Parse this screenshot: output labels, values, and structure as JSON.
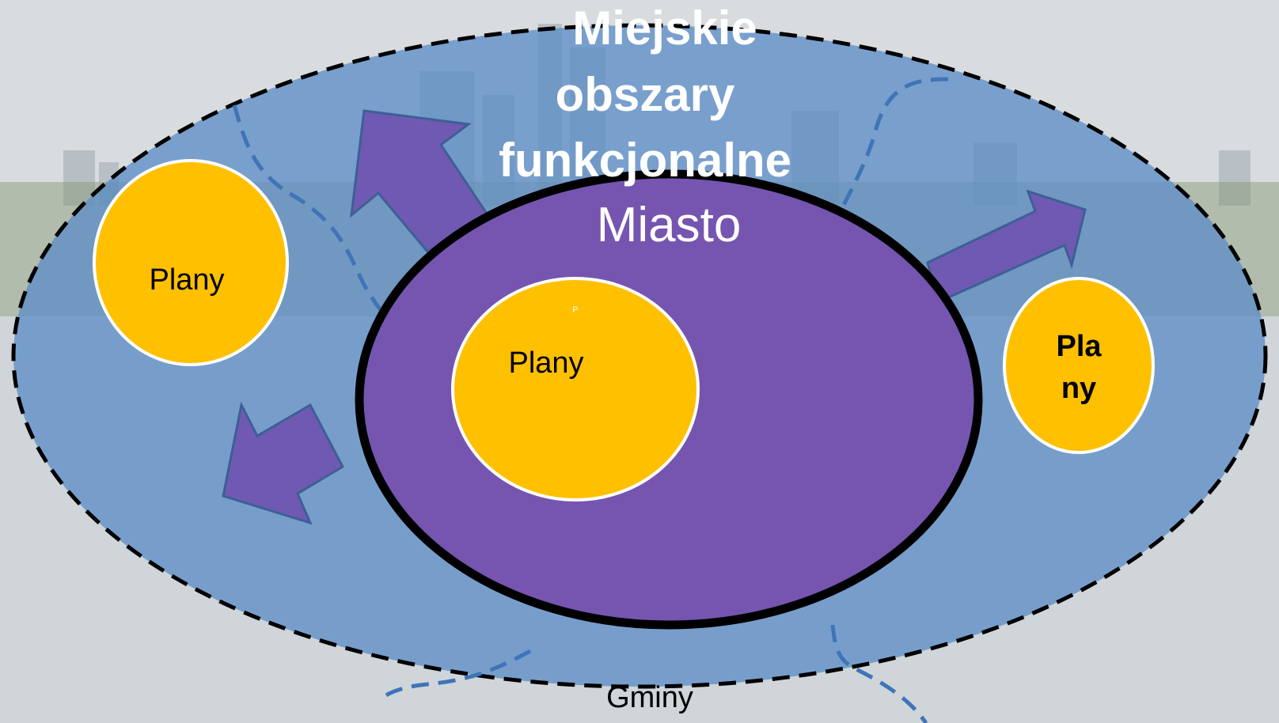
{
  "title": {
    "line1": "Miejskie",
    "line2": "obszary",
    "line3": "funkcjonalne"
  },
  "city_label": "Miasto",
  "plans": {
    "left": "Plany",
    "center": "Plany",
    "center_small": "P",
    "right_line1": "Pla",
    "right_line2": "ny"
  },
  "municipalities_label": "Gminy",
  "colors": {
    "sky": "#dfe2e4",
    "functional_area": "#5e8ec6",
    "city": "#7655b0",
    "city_outline": "#000000",
    "plans_fill": "#ffc000",
    "arrow": "#7059b3",
    "arrow_outline": "#3d5f95",
    "boundary_line": "#3f74b8",
    "title_text": "#ffffff"
  }
}
